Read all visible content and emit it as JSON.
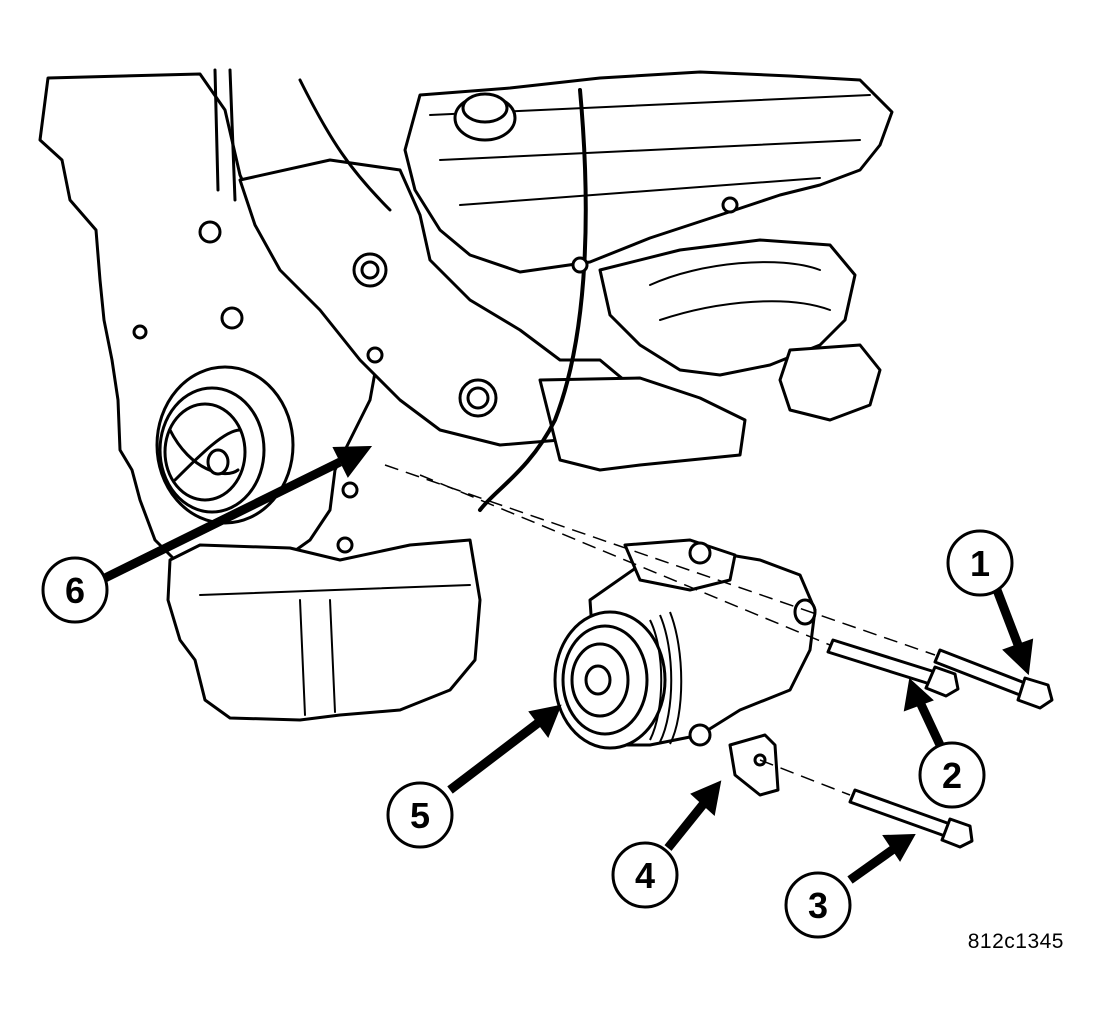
{
  "figure": {
    "id_label": "812c1345",
    "line_color": "#000000",
    "background": "#ffffff"
  },
  "callouts": [
    {
      "number": "1",
      "part_icon": "long-bolt-icon"
    },
    {
      "number": "2",
      "part_icon": "long-bolt-icon"
    },
    {
      "number": "3",
      "part_icon": "short-bolt-icon"
    },
    {
      "number": "4",
      "part_icon": "bracket-icon"
    },
    {
      "number": "5",
      "part_icon": "ac-compressor-icon"
    },
    {
      "number": "6",
      "part_icon": "engine-block-icon"
    }
  ]
}
